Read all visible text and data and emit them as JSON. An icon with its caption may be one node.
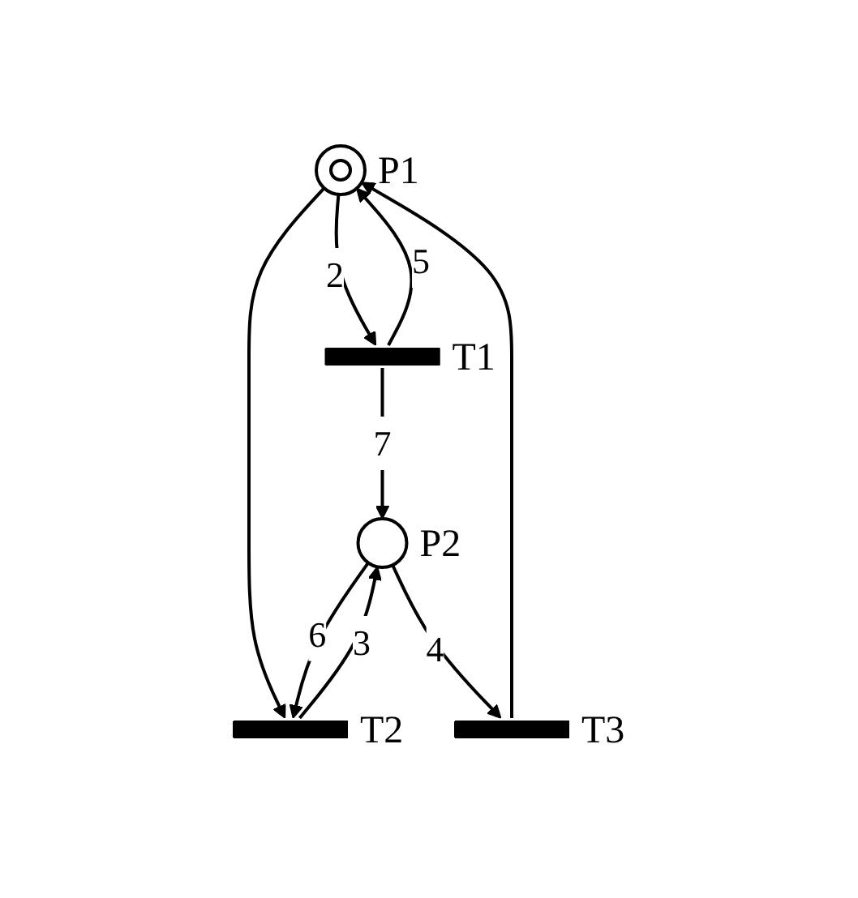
{
  "diagram": {
    "nodes": [
      {
        "text": [],
        "shape": "circle",
        "beside": [
          "P1"
        ]
      },
      {
        "text": [],
        "shape": "bar",
        "beside": [
          "T1"
        ]
      },
      {
        "text": [],
        "shape": "bar",
        "beside": [
          "T2"
        ]
      },
      {
        "text": [],
        "shape": "circle",
        "beside": [
          "P2"
        ]
      },
      {
        "text": [],
        "shape": "bar",
        "beside": [
          "T3"
        ]
      }
    ],
    "edges": [
      {
        "from": 0,
        "to": 1,
        "arrow": "to",
        "label": "2"
      },
      {
        "from": 0,
        "to": 2,
        "arrow": "to"
      },
      {
        "from": 1,
        "to": 0,
        "arrow": "to",
        "label": "5"
      },
      {
        "from": 1,
        "to": 3,
        "arrow": "to",
        "label": "7"
      },
      {
        "from": 2,
        "to": 3,
        "arrow": "to",
        "label": "3"
      },
      {
        "from": 3,
        "to": 2,
        "arrow": "to",
        "label": "6"
      },
      {
        "from": 3,
        "to": 4,
        "arrow": "to",
        "label": "4"
      },
      {
        "from": 4,
        "to": 0,
        "arrow": "to"
      }
    ]
  }
}
